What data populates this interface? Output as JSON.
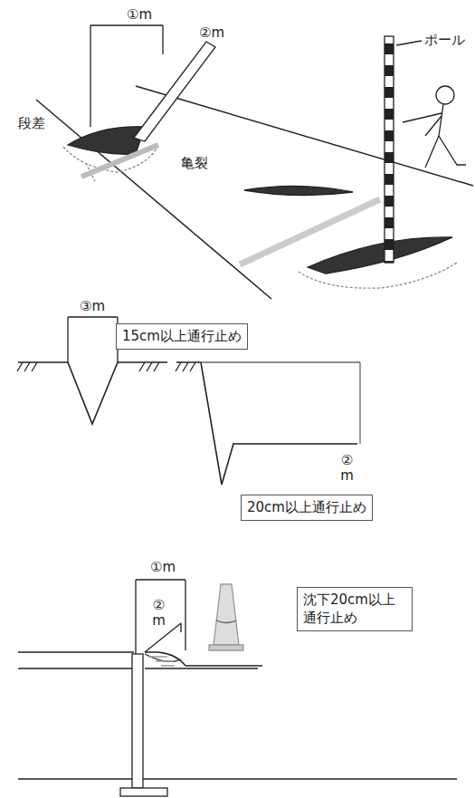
{
  "diagram": {
    "nodes": [
      {
        "text": [
          "15cm以上通行止め"
        ]
      },
      {
        "text": [
          "20cm以上通行止め"
        ]
      },
      {
        "text": [
          "沈下20cm以上 通行止め"
        ]
      }
    ],
    "labels": [
      "①m",
      "②m",
      "ポール",
      "段差",
      "亀裂",
      "③m",
      "②m",
      "①m",
      "②m"
    ]
  }
}
